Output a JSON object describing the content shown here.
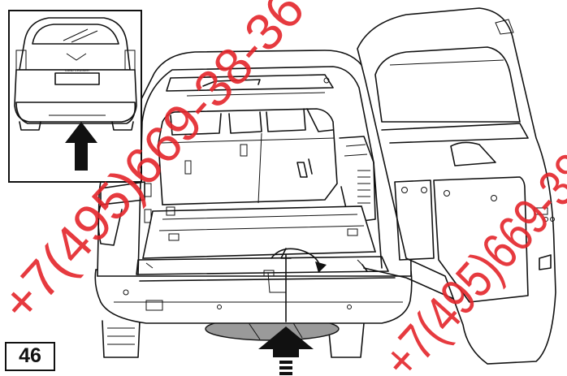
{
  "figure": {
    "number": "46",
    "watermark": "+7(495)669-38-36"
  },
  "inset": {
    "badge_text": "LAND CRUISER"
  },
  "colors": {
    "line": "#111111",
    "watermark": "#e4252b",
    "background": "#ffffff",
    "spare_tire_shade": "#9a9a9a"
  },
  "icons": {
    "direction_arrow": "up-arrow-icon",
    "rotation_arrow": "curved-arrow-icon"
  }
}
